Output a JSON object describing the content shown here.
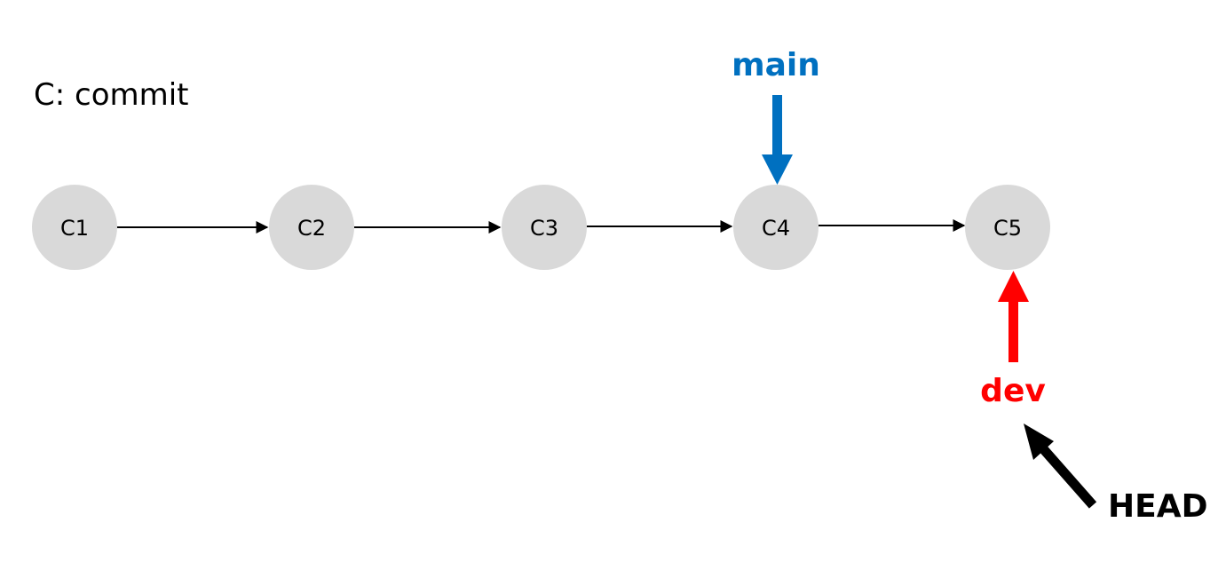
{
  "legend": {
    "text": "C: commit"
  },
  "commits": [
    {
      "id": "c1",
      "label": "C1"
    },
    {
      "id": "c2",
      "label": "C2"
    },
    {
      "id": "c3",
      "label": "C3"
    },
    {
      "id": "c4",
      "label": "C4"
    },
    {
      "id": "c5",
      "label": "C5"
    }
  ],
  "edges": [
    {
      "from": "C1",
      "to": "C2"
    },
    {
      "from": "C2",
      "to": "C3"
    },
    {
      "from": "C3",
      "to": "C4"
    },
    {
      "from": "C4",
      "to": "C5"
    }
  ],
  "refs": {
    "main": {
      "label": "main",
      "points_to": "C4",
      "color": "#0070C0"
    },
    "dev": {
      "label": "dev",
      "points_to": "C5",
      "color": "#FF0000"
    },
    "head": {
      "label": "HEAD",
      "points_to": "dev",
      "color": "#000000"
    }
  },
  "colors": {
    "commit_fill": "#D9D9D9",
    "edge": "#000000"
  }
}
